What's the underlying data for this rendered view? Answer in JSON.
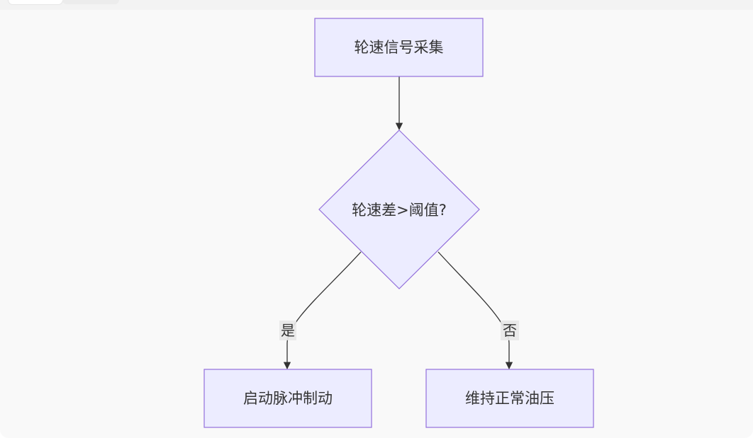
{
  "diagram": {
    "nodes": {
      "start": {
        "label": "轮速信号采集"
      },
      "decision": {
        "label": "轮速差>阈值?"
      },
      "yes_action": {
        "label": "启动脉冲制动"
      },
      "no_action": {
        "label": "维持正常油压"
      }
    },
    "edges": {
      "yes": {
        "label": "是"
      },
      "no": {
        "label": "否"
      }
    }
  },
  "colors": {
    "node_fill": "#ececff",
    "node_stroke": "#9370db",
    "edge": "#333333",
    "background": "#f9f9f9"
  }
}
